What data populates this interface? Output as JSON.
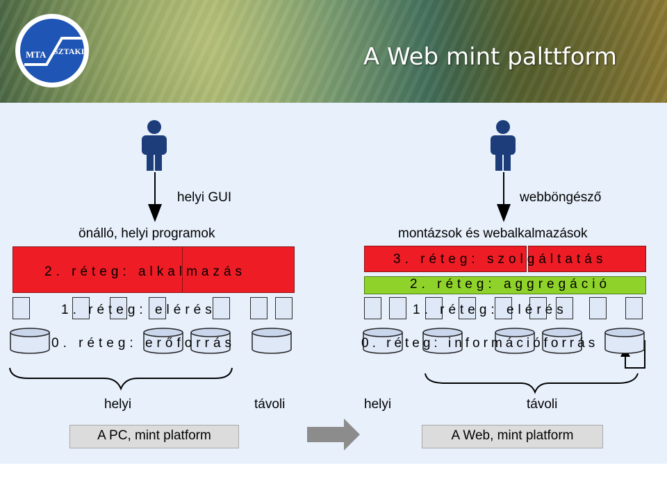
{
  "header": {
    "title": "A Web mint palttform",
    "logo": {
      "left_text": "MTA",
      "right_text": "SZTAKI"
    }
  },
  "left": {
    "gui_label": "helyi GUI",
    "programs_label": "önálló, helyi programok",
    "layer2": "2. réteg: alkalmazás",
    "layer1": "1. réteg: elérés",
    "layer0": "0. réteg: erőforrás"
  },
  "right": {
    "gui_label": "webböngésző",
    "apps_label": "montázsok és webalkalmazások",
    "layer3": "3. réteg: szolgáltatás",
    "layer2": "2. réteg: aggregáció",
    "layer1": "1. réteg: elérés",
    "layer0": "0. réteg: információforrás"
  },
  "bottom": {
    "local_left": "helyi",
    "remote_left": "távoli",
    "local_right": "helyi",
    "remote_right": "távoli",
    "pc_platform": "A PC, mint platform",
    "web_platform": "A Web, mint platform"
  },
  "colors": {
    "layer_red": "#ee1c25",
    "layer_green": "#8fd32a",
    "person": "#1d3d7a",
    "arrow_gray": "#8c8c8c"
  },
  "icons": [
    "person-icon",
    "arrow-down-icon",
    "arrow-right-icon",
    "brace-icon",
    "database-cylinder-icon"
  ]
}
